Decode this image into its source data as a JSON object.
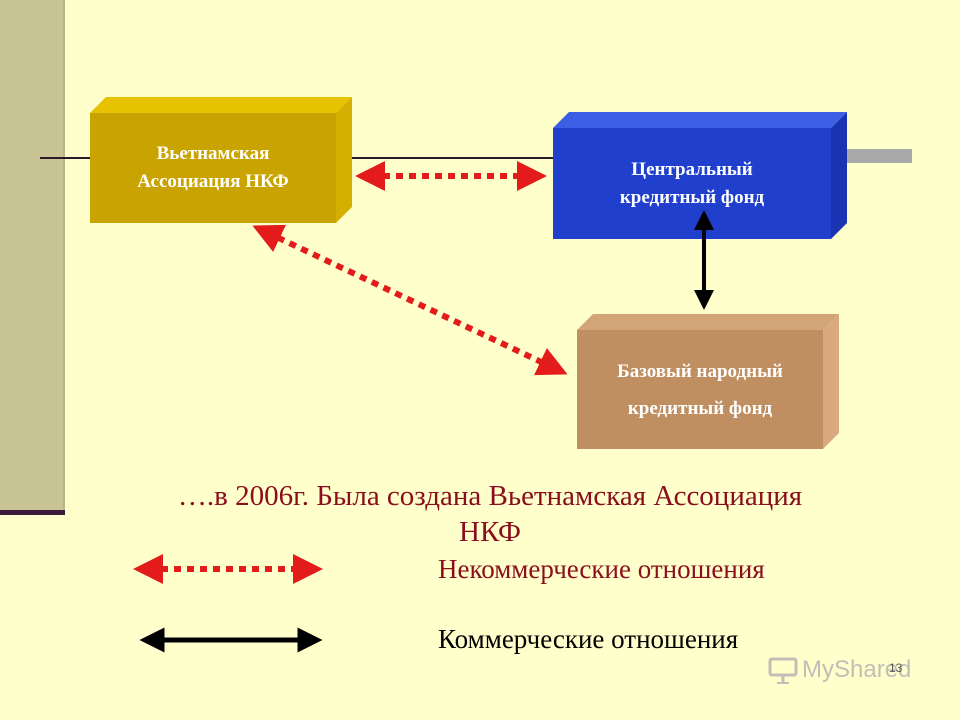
{
  "nodes": {
    "vietnam_association": {
      "line1": "Вьетнамская",
      "line2": "Ассоциация НКФ",
      "color": "#c9a400"
    },
    "central_fund": {
      "line1": "Центральный",
      "line2": "кредитный фонд",
      "color": "#1f3fcc"
    },
    "base_fund": {
      "line1": "Базовый народный",
      "line2": "кредитный фонд",
      "color": "#bf8f62"
    }
  },
  "relations": [
    {
      "from": "vietnam_association",
      "to": "central_fund",
      "type": "non-commercial"
    },
    {
      "from": "vietnam_association",
      "to": "base_fund",
      "type": "non-commercial"
    },
    {
      "from": "central_fund",
      "to": "base_fund",
      "type": "commercial"
    }
  ],
  "caption": {
    "line1": "….в 2006г. Была создана Вьетнамская Ассоциация",
    "line2": "НКФ"
  },
  "legend": {
    "non_commercial": {
      "label": "Некоммерческие отношения",
      "color": "#e31b1b",
      "style": "dotted"
    },
    "commercial": {
      "label": "Коммерческие отношения",
      "color": "#000000",
      "style": "solid"
    }
  },
  "page_number": "13",
  "watermark": {
    "text": "MyShared",
    "icon": "presentation-board-icon"
  }
}
